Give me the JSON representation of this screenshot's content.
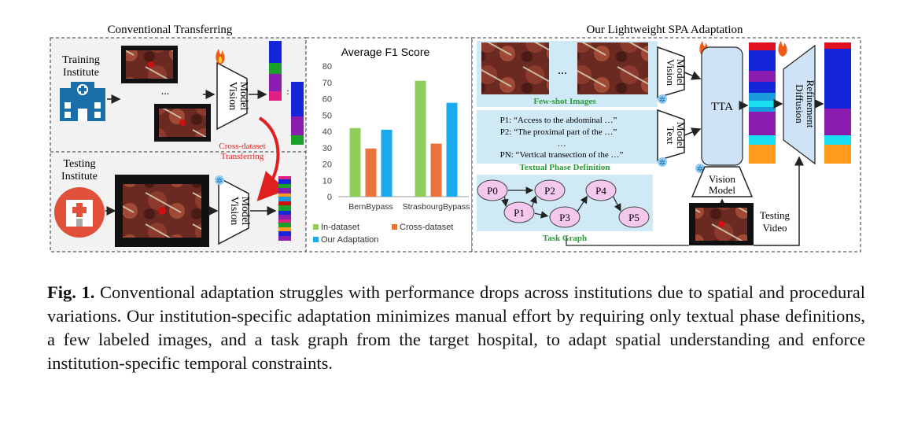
{
  "left_panel": {
    "title": "Conventional Transferring",
    "training_label": [
      "Training",
      "Institute"
    ],
    "testing_label": [
      "Testing",
      "Institute"
    ],
    "vision_model_label": [
      "Vision",
      "Model"
    ],
    "cross_dataset_label": [
      "Cross-dataset",
      "Transferring"
    ],
    "ellipsis": "..."
  },
  "chart_panel": {
    "chart_data": {
      "type": "bar",
      "title": "Average F1 Score",
      "categories": [
        "BernBypass",
        "StrasbourgBypass"
      ],
      "series": [
        {
          "name": "In-dataset",
          "values": [
            42,
            71
          ],
          "color": "#8fce5b"
        },
        {
          "name": "Cross-dataset",
          "values": [
            29.5,
            32.5
          ],
          "color": "#e8743b"
        },
        {
          "name": "Our Adaptation",
          "values": [
            41,
            57.5
          ],
          "color": "#19aaf0"
        }
      ],
      "ylim": [
        0,
        80
      ],
      "yticks": [
        "0",
        "10",
        "20",
        "30",
        "40",
        "50",
        "60",
        "70",
        "80"
      ],
      "grid": false,
      "legend_position": "bottom"
    }
  },
  "right_panel": {
    "title": "Our Lightweight SPA Adaptation",
    "few_shot_label": "Few-shot Images",
    "ellipsis": "...",
    "vision_model_label": [
      "Vision",
      "Model"
    ],
    "text_model_label": [
      "Text",
      "Model"
    ],
    "tta_label": "TTA",
    "diffusion_label": [
      "Diffusion",
      "Refinement"
    ],
    "phase_defs": [
      "P1: “Access to the abdominal …”",
      "P2: “The proximal part of the …”",
      "…",
      "PN: “Vertical transection of the …”"
    ],
    "textual_phase_label": "Textual Phase Definition",
    "task_graph_label": "Task Graph",
    "nodes": [
      "P0",
      "P1",
      "P2",
      "P3",
      "P4",
      "P5"
    ],
    "testing_video_label": [
      "Testing",
      "Video"
    ]
  },
  "caption": {
    "label": "Fig. 1.",
    "text": "Conventional adaptation struggles with performance drops across institutions due to spatial and procedural variations. Our institution-specific adaptation minimizes manual effort by requiring only textual phase definitions, a few labeled images, and a task graph from the target hospital, to adapt spatial understanding and enforce institution-specific temporal constraints."
  }
}
